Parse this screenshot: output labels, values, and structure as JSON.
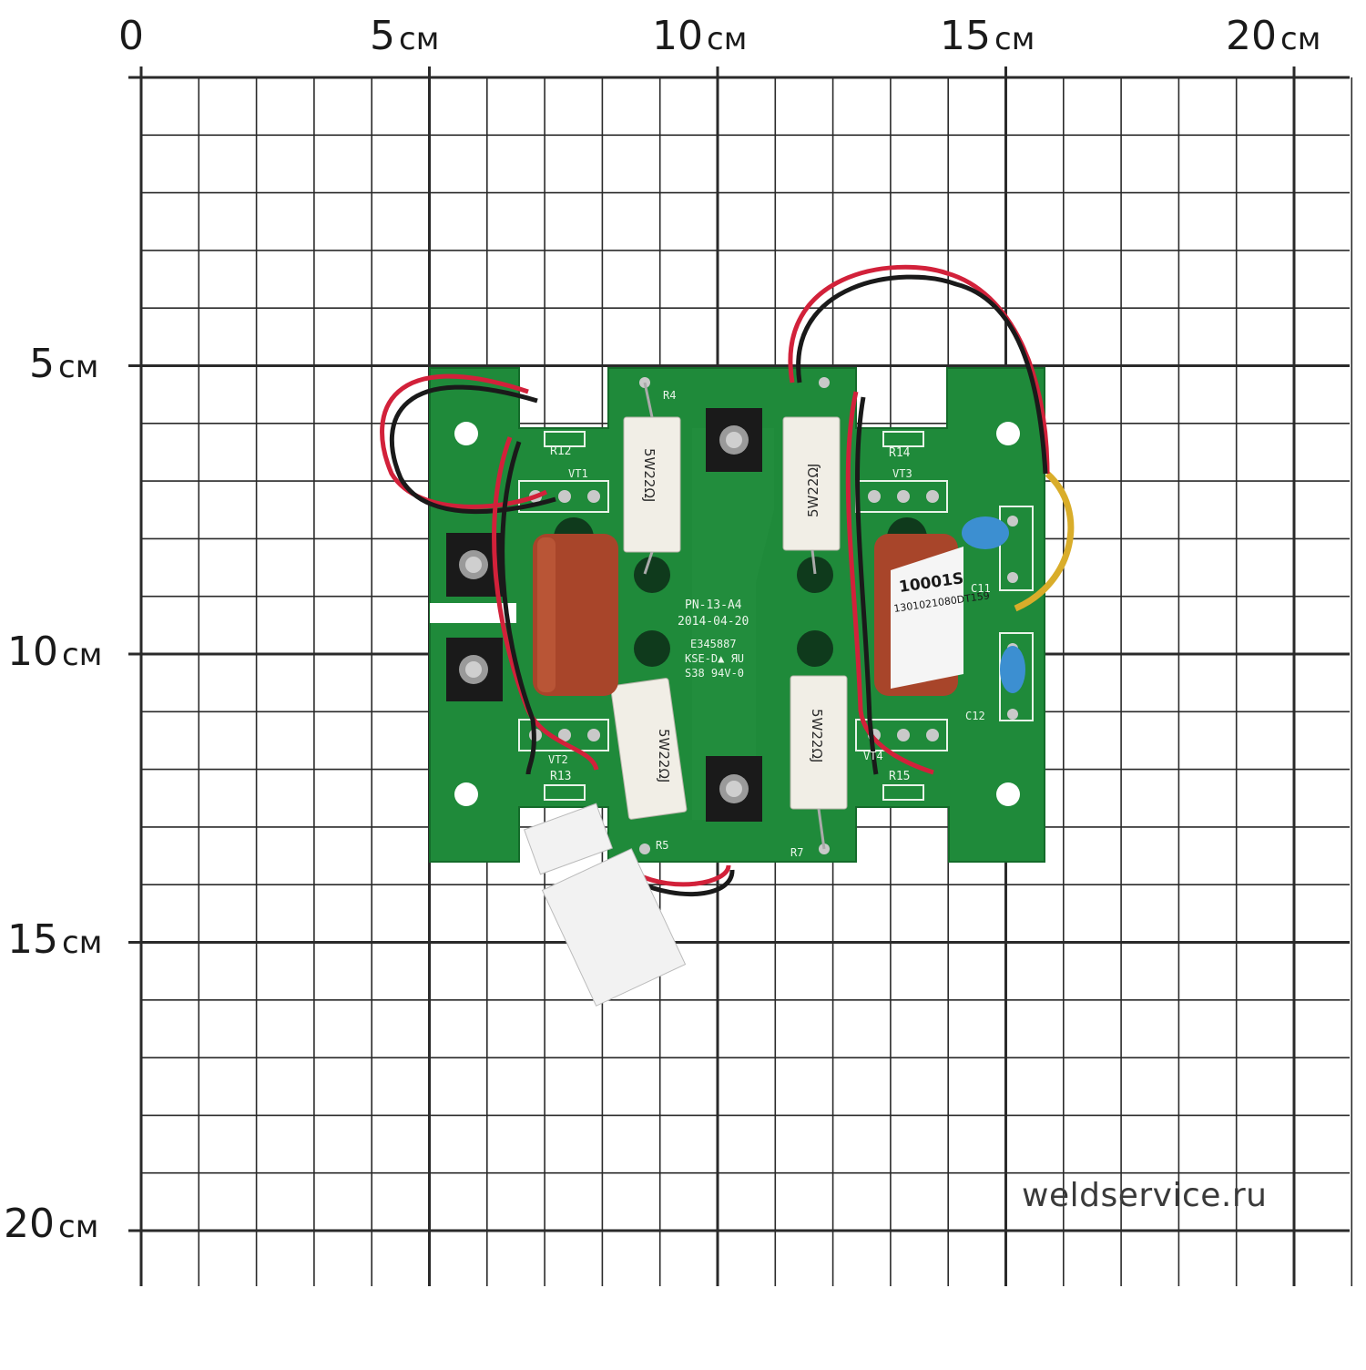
{
  "ruler": {
    "x_labels": [
      {
        "num": "0",
        "unit": ""
      },
      {
        "num": "5",
        "unit": "см"
      },
      {
        "num": "10",
        "unit": "см"
      },
      {
        "num": "15",
        "unit": "см"
      },
      {
        "num": "20",
        "unit": "см"
      }
    ],
    "y_labels": [
      {
        "num": "5",
        "unit": "см"
      },
      {
        "num": "10",
        "unit": "см"
      },
      {
        "num": "15",
        "unit": "см"
      },
      {
        "num": "20",
        "unit": "см"
      }
    ]
  },
  "pcb": {
    "board_code": "PN-13-A4",
    "board_date": "2014-04-20",
    "cert_1": "E345887",
    "cert_2": "KSE-D▲ ЯU",
    "cert_3": "S38 94V-0",
    "refs": [
      "R12",
      "VT1",
      "R4",
      "R14",
      "VT3",
      "C11",
      "C12",
      "VT2",
      "R13",
      "R5",
      "R7",
      "VT4",
      "R15"
    ],
    "resistor_marking": "5W22ΩJ",
    "capacitor_marking_1": "10001S",
    "capacitor_marking_2": "1301021080DT159"
  },
  "colors": {
    "pcb_green": "#1f8a3a",
    "grid_line": "#2a2a2a",
    "resistor_body": "#f1eee6",
    "capacitor_body": "#a8452a"
  },
  "watermark": "weldservice.ru"
}
